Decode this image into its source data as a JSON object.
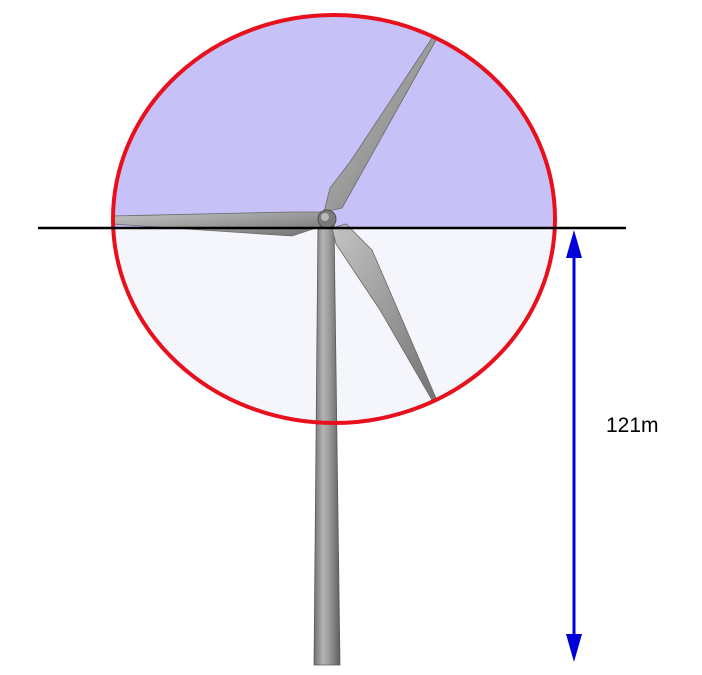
{
  "diagram": {
    "dimension_label": "121m",
    "colors": {
      "background": "#ffffff",
      "rotor_circle_stroke": "#e8101c",
      "upper_fill": "#c6c2f8",
      "lower_fill": "#f5f5fc",
      "hub_height_line": "#000000",
      "dimension_arrow": "#0000d8",
      "tower": "#8e8e8e",
      "blade": "#9a9a9a",
      "hub": "#7a7a7a"
    },
    "elements": {
      "turbine": "wind-turbine",
      "rotor_swept_area": "rotor-circle"
    }
  }
}
